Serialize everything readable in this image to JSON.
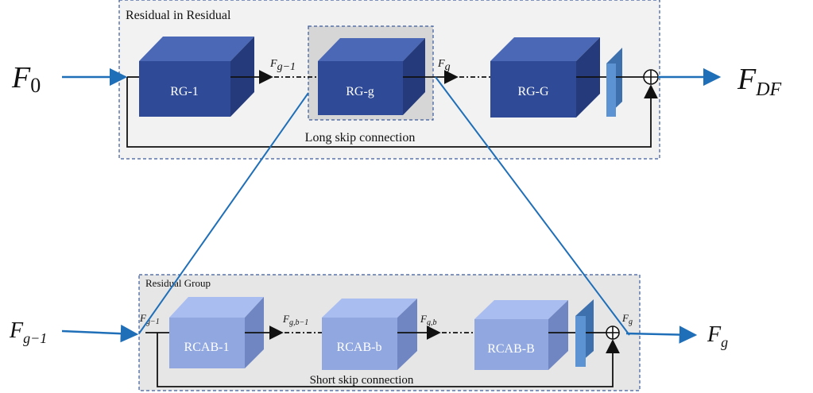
{
  "top_panel": {
    "title": "Residual in Residual",
    "input_var": "F",
    "input_sub": "0",
    "output_var": "F",
    "output_sub": "DF",
    "blocks": [
      "RG-1",
      "RG-g",
      "RG-G"
    ],
    "edge_in_var": "F",
    "edge_in_sub": "g−1",
    "edge_out_var": "F",
    "edge_out_sub": "g",
    "skip_label": "Long skip connection"
  },
  "bottom_panel": {
    "title": "Residual Group",
    "input_var": "F",
    "input_sub": "g−1",
    "output_var": "F",
    "output_sub": "g",
    "blocks": [
      "RCAB-1",
      "RCAB-b",
      "RCAB-B"
    ],
    "edge_in_left_var": "F",
    "edge_in_left_sub": "g−1",
    "edge_mid_left_var": "F",
    "edge_mid_left_sub": "g,b−1",
    "edge_mid_right_var": "F",
    "edge_mid_right_sub": "g,b",
    "edge_out_var": "F",
    "edge_out_sub": "g",
    "skip_label": "Short skip connection"
  },
  "colors": {
    "dark_block_front": "#2f4a96",
    "dark_block_top": "#4a68b5",
    "dark_block_side": "#243a7a",
    "light_block_front": "#90a7e0",
    "light_block_top": "#a9bdf0",
    "light_block_side": "#6f86c2",
    "conv_front": "#5c93d2",
    "conv_side": "#3d70ad",
    "panel_bg_top": "#f2f2f2",
    "panel_bg_bottom": "#e6e6e6",
    "panel_border": "#3b5a9a",
    "zoom_line": "#1f6fb8"
  }
}
